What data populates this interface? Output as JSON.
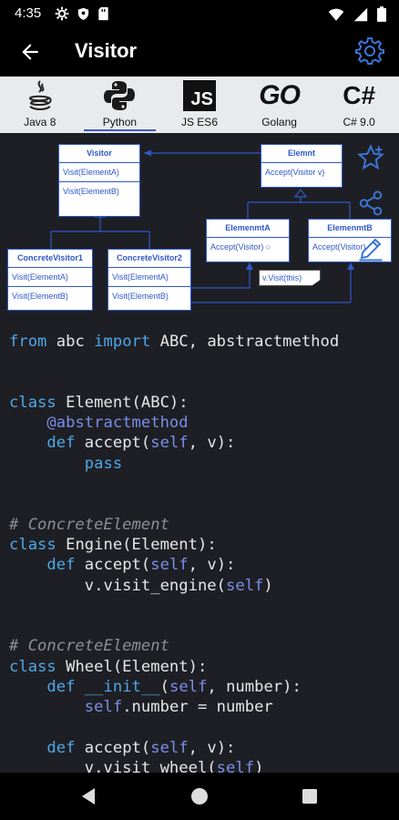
{
  "status": {
    "time": "4:35"
  },
  "appbar": {
    "title": "Visitor"
  },
  "tabs": [
    {
      "label": "Java 8",
      "active": false
    },
    {
      "label": "Python",
      "active": true
    },
    {
      "label": "JS ES6",
      "active": false
    },
    {
      "label": "Golang",
      "active": false
    },
    {
      "label": "C# 9.0",
      "active": false
    }
  ],
  "tab_logo_text": {
    "js": "JS",
    "go": "GO",
    "cs": "C#"
  },
  "diagram": {
    "visitor": {
      "title": "Visitor",
      "rows": [
        "Visit(ElementA)",
        "Visit(ElementB)"
      ]
    },
    "element": {
      "title": "Elemnt",
      "rows": [
        "Accept(Visitor v)"
      ]
    },
    "concrete1": {
      "title": "ConcreteVisitor1",
      "rows": [
        "Visit(ElementA)",
        "Visit(ElementB)"
      ]
    },
    "concrete2": {
      "title": "ConcreteVisitor2",
      "rows": [
        "Visit(ElementA)",
        "Visit(ElementB)"
      ]
    },
    "elementA": {
      "title": "ElemenmtA",
      "rows": [
        "Accept(Visitor) ○"
      ]
    },
    "elementB": {
      "title": "ElemenmtB",
      "rows": [
        "Accept(Visitor)"
      ]
    },
    "note": "v.Visit(this)"
  },
  "code_lines": [
    [
      [
        "kw",
        "from"
      ],
      [
        "t",
        " abc "
      ],
      [
        "kw",
        "import"
      ],
      [
        "t",
        " ABC, abstractmethod"
      ]
    ],
    [],
    [],
    [
      [
        "kw",
        "class"
      ],
      [
        "t",
        " Element(ABC):"
      ]
    ],
    [
      [
        "t",
        "    "
      ],
      [
        "dec",
        "@abstractmethod"
      ]
    ],
    [
      [
        "t",
        "    "
      ],
      [
        "kw",
        "def"
      ],
      [
        "t",
        " accept("
      ],
      [
        "slf",
        "self"
      ],
      [
        "t",
        ", v):"
      ]
    ],
    [
      [
        "t",
        "        "
      ],
      [
        "kw",
        "pass"
      ]
    ],
    [],
    [],
    [
      [
        "cm",
        "# ConcreteElement"
      ]
    ],
    [
      [
        "kw",
        "class"
      ],
      [
        "t",
        " Engine(Element):"
      ]
    ],
    [
      [
        "t",
        "    "
      ],
      [
        "kw",
        "def"
      ],
      [
        "t",
        " accept("
      ],
      [
        "slf",
        "self"
      ],
      [
        "t",
        ", v):"
      ]
    ],
    [
      [
        "t",
        "        v.visit_engine("
      ],
      [
        "slf",
        "self"
      ],
      [
        "t",
        ")"
      ]
    ],
    [],
    [],
    [
      [
        "cm",
        "# ConcreteElement"
      ]
    ],
    [
      [
        "kw",
        "class"
      ],
      [
        "t",
        " Wheel(Element):"
      ]
    ],
    [
      [
        "t",
        "    "
      ],
      [
        "kw",
        "def"
      ],
      [
        "t",
        " "
      ],
      [
        "kw",
        "__init__"
      ],
      [
        "t",
        "("
      ],
      [
        "slf",
        "self"
      ],
      [
        "t",
        ", number):"
      ]
    ],
    [
      [
        "t",
        "        "
      ],
      [
        "slf",
        "self"
      ],
      [
        "t",
        ".number = number"
      ]
    ],
    [],
    [
      [
        "t",
        "    "
      ],
      [
        "kw",
        "def"
      ],
      [
        "t",
        " accept("
      ],
      [
        "slf",
        "self"
      ],
      [
        "t",
        ", v):"
      ]
    ],
    [
      [
        "t",
        "        v.visit_wheel("
      ],
      [
        "slf",
        "self"
      ],
      [
        "t",
        ")"
      ]
    ]
  ],
  "colors": {
    "keyword": "#4da8e8",
    "decorator": "#7b8ee8",
    "comment": "#8a8f9a",
    "uml": "#2f58c9",
    "accent": "#3a5bbf"
  }
}
